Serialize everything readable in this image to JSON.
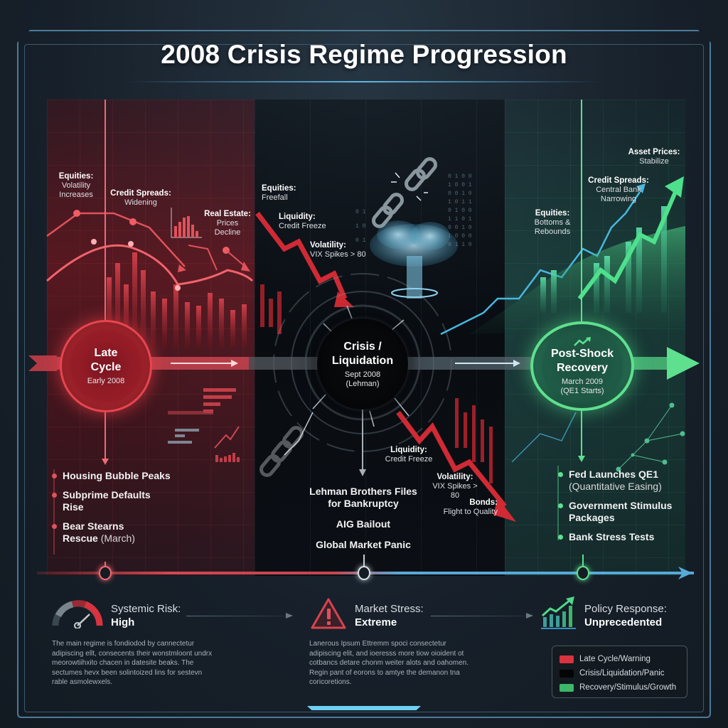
{
  "title": "2008 Crisis Regime Progression",
  "colors": {
    "late_cycle": "#d9333f",
    "crisis": "#050608",
    "recovery": "#3cc66e",
    "timeline_blue": "#58a8d8",
    "frame": "#4d7a98"
  },
  "phases": [
    {
      "id": "late-cycle",
      "title_line1": "Late",
      "title_line2": "Cycle",
      "subtitle": "Early 2008",
      "annotations": [
        {
          "heading": "Equities:",
          "line1": "Volatility",
          "line2": "Increases"
        },
        {
          "heading": "Credit Spreads:",
          "line1": "Widening"
        },
        {
          "heading": "Real Estate:",
          "line1": "Prices",
          "line2": "Decline"
        }
      ],
      "events": [
        {
          "text": "Housing Bubble Peaks"
        },
        {
          "text": "Subprime Defaults",
          "text2": "Rise"
        },
        {
          "text": "Bear Stearns",
          "text2": "Rescue",
          "note": "(March)"
        }
      ]
    },
    {
      "id": "crisis",
      "title_line1": "Crisis /",
      "title_line2": "Liquidation",
      "subtitle": "Sept 2008",
      "subtitle2": "(Lehman)",
      "annotations_top": [
        {
          "heading": "Equities:",
          "line1": "Freefall"
        },
        {
          "heading": "Liquidity:",
          "line1": "Credit Freeze"
        },
        {
          "heading": "Volatility:",
          "line1": "VIX Spikes > 80"
        }
      ],
      "annotations_bottom": [
        {
          "heading": "Liquidity:",
          "line1": "Credit Freeze"
        },
        {
          "heading": "Volatility:",
          "line1": "VIX Spikes > 80"
        },
        {
          "heading": "Bonds:",
          "line1": "Flight to Quality"
        }
      ],
      "events": [
        {
          "text": "Lehman Brothers Files",
          "text2": "for Bankruptcy"
        },
        {
          "text": "AIG Bailout"
        },
        {
          "text": "Global Market Panic"
        }
      ]
    },
    {
      "id": "recovery",
      "title_line1": "Post-Shock",
      "title_line2": "Recovery",
      "subtitle": "March 2009",
      "subtitle2": "(QE1 Starts)",
      "annotations": [
        {
          "heading": "Asset Prices:",
          "line1": "Stabilize"
        },
        {
          "heading": "Credit Spreads:",
          "line1": "Central Bank",
          "line2": "Narrowing"
        },
        {
          "heading": "Equities:",
          "line1": "Bottoms &",
          "line2": "Rebounds"
        }
      ],
      "events": [
        {
          "text": "Fed Launches QE1",
          "note": "(Quantitative Easing)"
        },
        {
          "text": "Government Stimulus",
          "text2": "Packages"
        },
        {
          "text": "Bank Stress Tests"
        }
      ]
    }
  ],
  "metrics": [
    {
      "icon": "gauge-icon",
      "label": "Systemic Risk:",
      "value": "High",
      "description": "The main regime is fondiodod by cannectetur adipiscing ellt, consecents their wonstmloont undrx meorowtiihxito chacen in datesite beaks. The sectumes hevx been solintoized lins for sestevn rable asmolewxels."
    },
    {
      "icon": "warning-triangle-icon",
      "label": "Market Stress:",
      "value": "Extreme",
      "description": "Lanerous Ipsum Ettremm spoci consectetur adipiscing elit, and ioeresss more tiow oioident ot cotbancs detare chonm weiter alots and oahomen. Regin pant of eorons to amtye the demanon tna coricoretions."
    },
    {
      "icon": "growth-chart-icon",
      "label": "Policy Response:",
      "value": "Unprecedented"
    }
  ],
  "legend": [
    {
      "label": "Late Cycle/Warning",
      "color": "#d9333f"
    },
    {
      "label": "Crisis/Liquidation/Panic",
      "color": "#050505"
    },
    {
      "label": "Recovery/Stimulus/Growth",
      "color": "#3cb868"
    }
  ]
}
